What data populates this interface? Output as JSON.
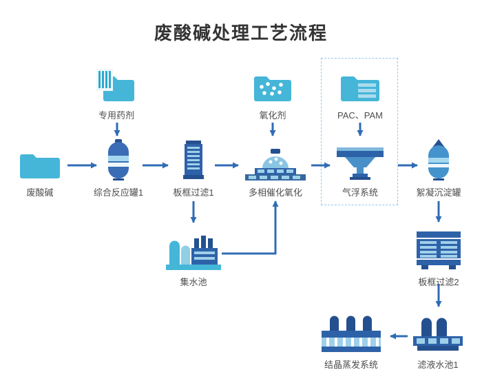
{
  "title": "废酸碱处理工艺流程",
  "nodes": {
    "waste": {
      "label": "废酸碱"
    },
    "chemical": {
      "label": "专用药剂"
    },
    "reaction_tank": {
      "label": "综合反应罐1"
    },
    "plate_filter1": {
      "label": "板框过滤1"
    },
    "oxidant": {
      "label": "氧化剂"
    },
    "catalytic_oxidation": {
      "label": "多相催化氧化"
    },
    "pac_pam": {
      "label": "PAC、PAM"
    },
    "air_flotation": {
      "label": "气浮系统"
    },
    "flocculation_tank": {
      "label": "絮凝沉淀罐"
    },
    "collecting_pool": {
      "label": "集水池"
    },
    "plate_filter2": {
      "label": "板框过滤2"
    },
    "filtrate_pool": {
      "label": "滤液水池1"
    },
    "crystallization": {
      "label": "结晶蒸发系统"
    }
  },
  "edges": [
    {
      "from": "废酸碱",
      "to": "综合反应罐1"
    },
    {
      "from": "专用药剂",
      "to": "综合反应罐1"
    },
    {
      "from": "综合反应罐1",
      "to": "板框过滤1"
    },
    {
      "from": "板框过滤1",
      "to": "多相催化氧化"
    },
    {
      "from": "氧化剂",
      "to": "多相催化氧化"
    },
    {
      "from": "多相催化氧化",
      "to": "气浮系统"
    },
    {
      "from": "PAC、PAM",
      "to": "气浮系统"
    },
    {
      "from": "气浮系统",
      "to": "絮凝沉淀罐"
    },
    {
      "from": "板框过滤1",
      "to": "集水池"
    },
    {
      "from": "集水池",
      "to": "多相催化氧化"
    },
    {
      "from": "絮凝沉淀罐",
      "to": "板框过滤2"
    },
    {
      "from": "板框过滤2",
      "to": "滤液水池1"
    },
    {
      "from": "滤液水池1",
      "to": "结晶蒸发系统"
    }
  ],
  "colors": {
    "teal": "#45b6d8",
    "navy": "#24508f",
    "blue": "#2e62a8",
    "mid_blue": "#4a90c8",
    "light_blue": "#9fd0ea",
    "arrow": "#2f6cb5",
    "label_text": "#4d4d4d",
    "title_text": "#333333",
    "dashed_border": "#93c9e8"
  }
}
